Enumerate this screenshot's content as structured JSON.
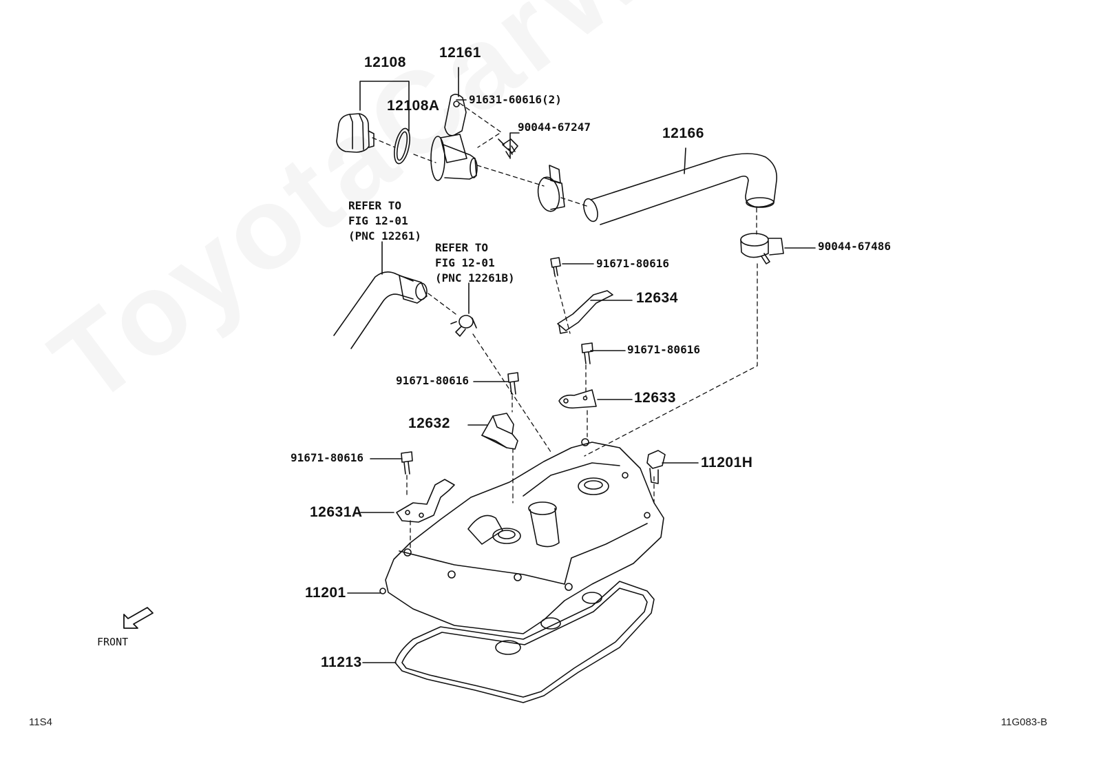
{
  "watermark": "ToyotaCarWire.ru",
  "labels": {
    "p12108": "12108",
    "p12108A": "12108A",
    "p12161": "12161",
    "p91631": "91631-60616(2)",
    "p90044_67247": "90044-67247",
    "p12166": "12166",
    "p90044_67486": "90044-67486",
    "p91671_a": "91671-80616",
    "p12634": "12634",
    "p91671_b": "91671-80616",
    "p91671_c": "91671-80616",
    "p12633": "12633",
    "p12632": "12632",
    "p91671_d": "91671-80616",
    "p11201H": "11201H",
    "p12631A": "12631A",
    "p11201": "11201",
    "p11213": "11213"
  },
  "refer_notes": {
    "note1": "REFER TO\nFIG 12-01\n(PNC 12261)",
    "note2": "REFER TO\nFIG 12-01\n(PNC 12261B)"
  },
  "front_label": "FRONT",
  "footer": {
    "left_code": "11S4",
    "right_code": "11G083-B"
  },
  "icons": [
    "front-arrow-icon"
  ]
}
